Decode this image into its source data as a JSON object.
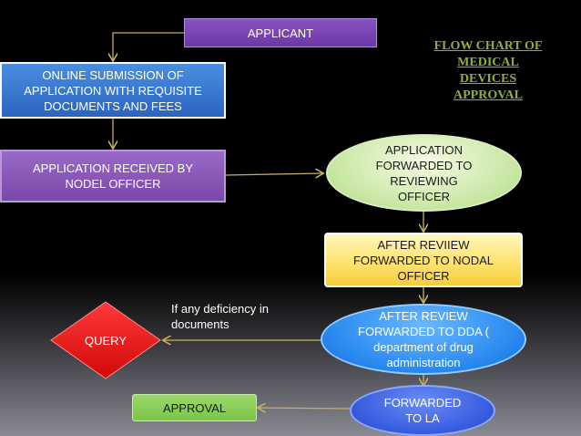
{
  "title": "FLOW CHART OF MEDICAL DEVICES APPROVAL",
  "nodes": {
    "applicant": "APPLICANT",
    "online_submission": "ONLINE SUBMISSION OF APPLICATION WITH REQUISITE DOCUMENTS AND FEES",
    "received": "APPLICATION RECEIVED BY NODEL OFFICER",
    "forwarded_reviewing": "APPLICATION FORWARDED TO REVIEWING OFFICER",
    "after_review_nodal": "AFTER REVIIEW FORWARDED TO NODAL OFFICER",
    "after_review_dda": "AFTER REVIEW FORWARDED TO DDA ( department of drug administration",
    "forwarded_la": "FORWARDED TO LA",
    "approval": "APPROVAL",
    "query": "QUERY"
  },
  "edge_labels": {
    "deficiency": "If any deficiency in documents"
  },
  "colors": {
    "title": "#8fae3a",
    "arrow": "#c8b060"
  }
}
